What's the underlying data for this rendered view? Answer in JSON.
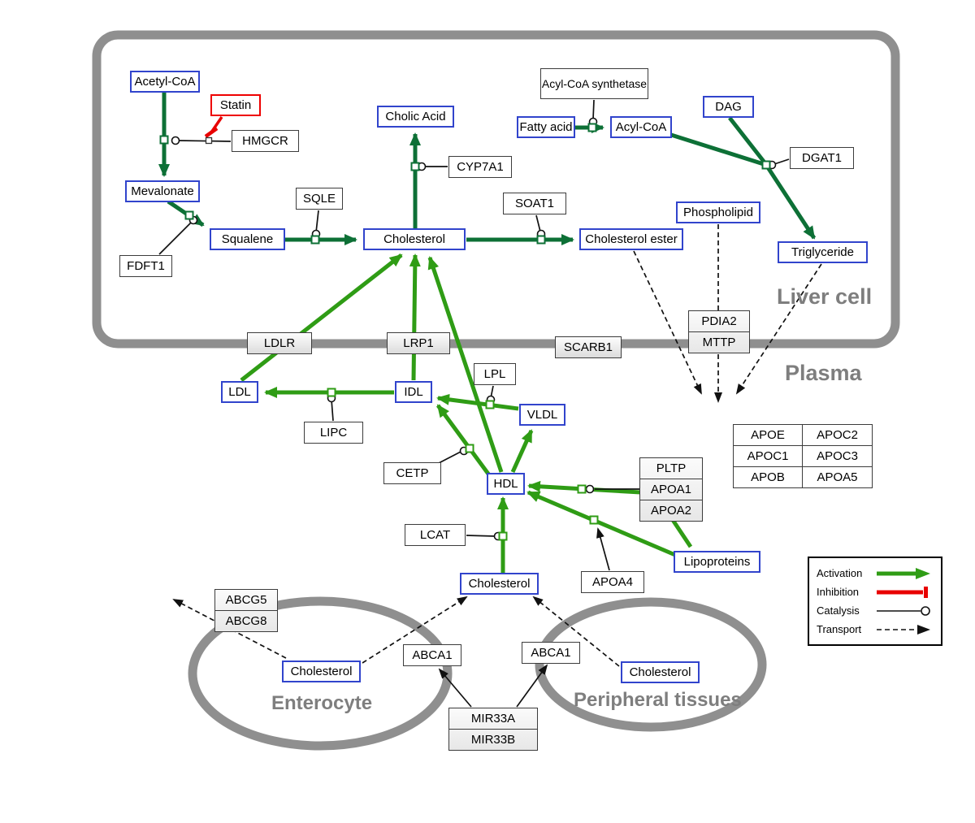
{
  "colors": {
    "activation_green": "#2f9c15",
    "liver_green": "#0d7036",
    "inhibition_red": "#e80000",
    "metabolite_blue": "#3144cc",
    "membrane_gray": "#8f8f8f"
  },
  "compartments": {
    "liver": "Liver cell",
    "plasma": "Plasma",
    "enterocyte": "Enterocyte",
    "peripheral": "Peripheral tissues"
  },
  "nodes": {
    "acetyl_coa": "Acetyl-CoA",
    "statin": "Statin",
    "hmgcr": "HMGCR",
    "mevalonate": "Mevalonate",
    "fdft1": "FDFT1",
    "squalene": "Squalene",
    "sqle": "SQLE",
    "cholesterol_liver": "Cholesterol",
    "cholic_acid": "Cholic Acid",
    "cyp7a1": "CYP7A1",
    "soat1": "SOAT1",
    "cholesterol_ester": "Cholesterol ester",
    "fatty_acid": "Fatty acid",
    "acyl_coa": "Acyl-CoA",
    "acyl_coa_synthetase": "Acyl-CoA synthetase",
    "dag": "DAG",
    "dgat1": "DGAT1",
    "phospholipid": "Phospholipid",
    "triglyceride": "Triglyceride",
    "ldlr": "LDLR",
    "lrp1": "LRP1",
    "scarb1": "SCARB1",
    "ldl": "LDL",
    "idl": "IDL",
    "vldl": "VLDL",
    "hdl": "HDL",
    "lpl": "LPL",
    "lipc": "LIPC",
    "cetp": "CETP",
    "lcat": "LCAT",
    "cholesterol_plasma": "Cholesterol",
    "apoa4": "APOA4",
    "lipoproteins": "Lipoproteins",
    "abca1_left": "ABCA1",
    "abca1_right": "ABCA1",
    "cholesterol_enterocyte": "Cholesterol",
    "cholesterol_peripheral": "Cholesterol"
  },
  "tables": {
    "pdia2_mttp": [
      "PDIA2",
      "MTTP"
    ],
    "pltp_stack": [
      "PLTP",
      "APOA1",
      "APOA2"
    ],
    "abcg_stack": [
      "ABCG5",
      "ABCG8"
    ],
    "mir33_stack": [
      "MIR33A",
      "MIR33B"
    ],
    "apo": [
      [
        "APOE",
        "APOC2"
      ],
      [
        "APOC1",
        "APOC3"
      ],
      [
        "APOB",
        "APOA5"
      ]
    ]
  },
  "legend": {
    "activation": "Activation",
    "inhibition": "Inhibition",
    "catalysis": "Catalysis",
    "transport": "Transport"
  }
}
